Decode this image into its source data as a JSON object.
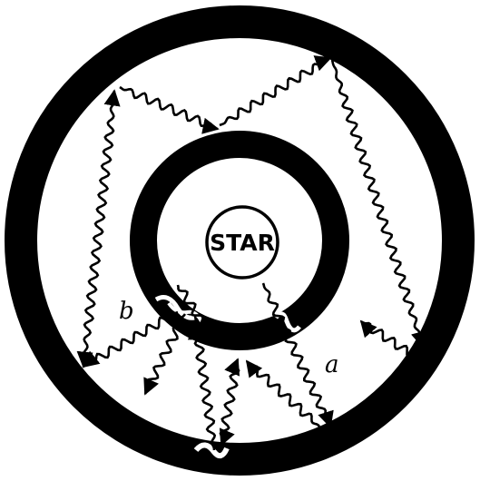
{
  "labels": {
    "center": "STAR",
    "a": "a",
    "b": "b"
  },
  "colors": {
    "ink": "#000000",
    "paper": "#ffffff"
  }
}
